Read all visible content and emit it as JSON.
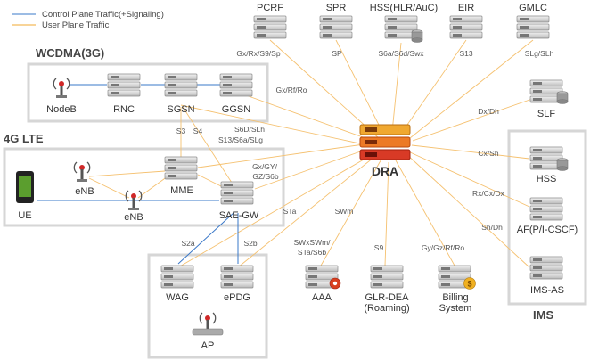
{
  "legend": {
    "control": "Control Plane Traffic(+Signaling)",
    "user": "User Plane Traffic",
    "control_color": "#f0a830",
    "user_color": "#3a78c8"
  },
  "groups": {
    "wcdma": "WCDMA(3G)",
    "lte": "4G LTE",
    "ims": "IMS"
  },
  "center": "DRA",
  "nodes": {
    "pcrf": "PCRF",
    "spr": "SPR",
    "hss_hlr": "HSS(HLR/AuC)",
    "eir": "EIR",
    "gmlc": "GMLC",
    "slf": "SLF",
    "hss": "HSS",
    "af": "AF(P/I-CSCF)",
    "ims_as": "IMS-AS",
    "nodeb": "NodeB",
    "rnc": "RNC",
    "sgsn": "SGSN",
    "ggsn": "GGSN",
    "ue": "UE",
    "enb1": "eNB",
    "enb2": "eNB",
    "mme": "MME",
    "saegw": "SAE-GW",
    "wag": "WAG",
    "epdg": "ePDG",
    "ap": "AP",
    "aaa": "AAA",
    "glr1": "GLR-DEA",
    "glr2": "(Roaming)",
    "billing1": "Billing",
    "billing2": "System"
  },
  "interfaces": {
    "pcrf": "Gx/Rx/S9/Sp",
    "spr": "SP",
    "hss_hlr": "S6a/S6d/Swx",
    "eir": "S13",
    "gmlc": "SLg/SLh",
    "slf": "Dx/Dh",
    "hss": "Cx/Sh",
    "af": "Rx/Cx/Dx",
    "ims_as": "Sh/Dh",
    "ggsn": "Gx/Rf/Ro",
    "s3": "S3",
    "s4": "S4",
    "sgsn1": "S6D/SLh",
    "sgsn2": "S13/S6a/SLg",
    "saegw1": "Gx/GY/",
    "saegw2": "GZ/S6b",
    "sta": "STa",
    "swm": "SWm",
    "aaa1": "SWxSWm/",
    "aaa2": "STa/S6b",
    "s9": "S9",
    "billing": "Gy/Gz/Rf/Ro",
    "s2a": "S2a",
    "s2b": "S2b"
  }
}
